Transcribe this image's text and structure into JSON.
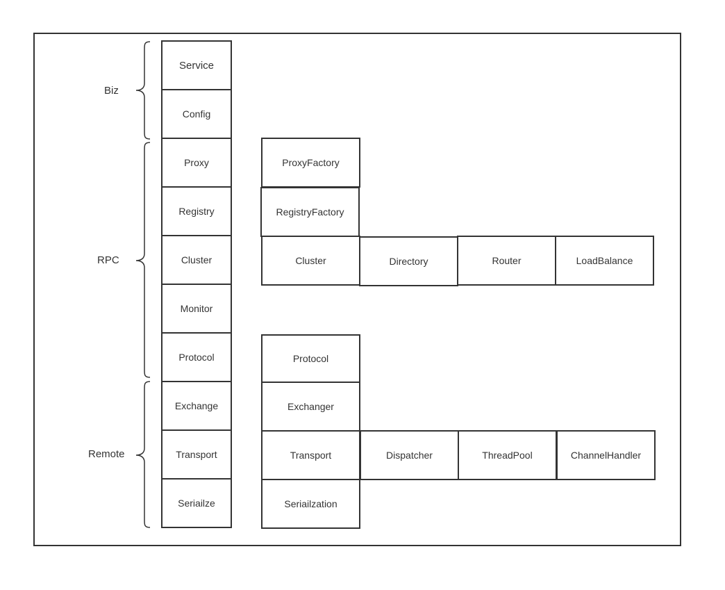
{
  "groups": {
    "biz": "Biz",
    "rpc": "RPC",
    "remote": "Remote"
  },
  "layers": [
    "Service",
    "Config",
    "Proxy",
    "Registry",
    "Cluster",
    "Monitor",
    "Protocol",
    "Exchange",
    "Transport",
    "Seriailze"
  ],
  "components": {
    "proxy_factory": "ProxyFactory",
    "registry_factory": "RegistryFactory",
    "cluster": "Cluster",
    "directory": "Directory",
    "router": "Router",
    "load_balance": "LoadBalance",
    "protocol": "Protocol",
    "exchanger": "Exchanger",
    "transport": "Transport",
    "dispatcher": "Dispatcher",
    "thread_pool": "ThreadPool",
    "channel_handler": "ChannelHandler",
    "serialization": "Seriailzation"
  }
}
